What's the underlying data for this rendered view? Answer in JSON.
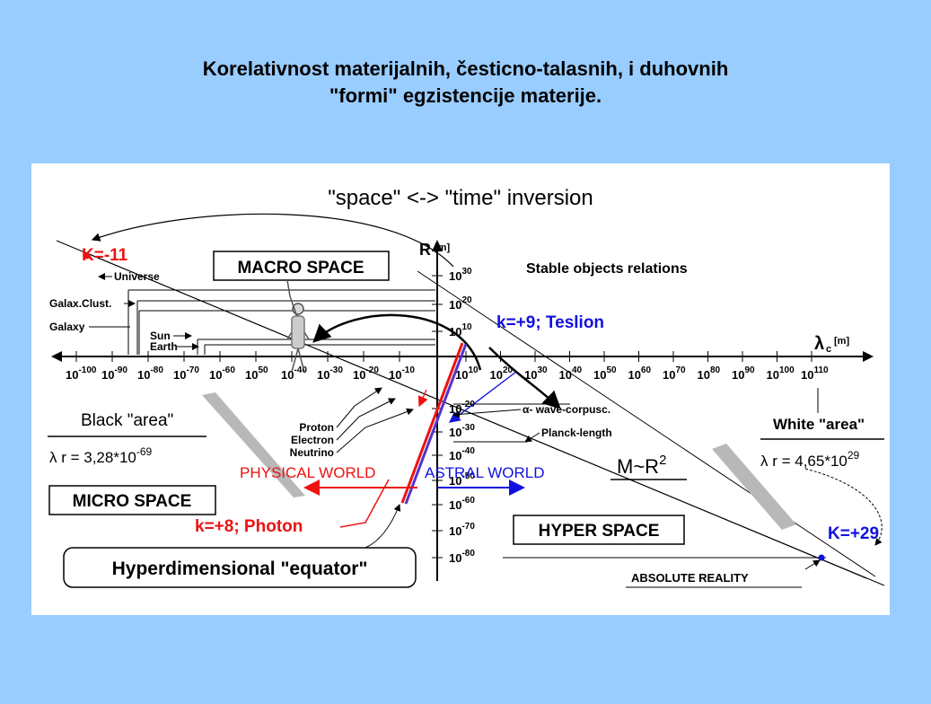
{
  "slide": {
    "title_line1": "Korelativnost materijalnih, česticno-talasnih, i duhovnih",
    "title_line2": "\"formi\" egzistencije materije."
  },
  "diagram": {
    "heading": "\"space\" <-> \"time\" inversion",
    "r_axis_label": "R",
    "r_axis_unit": "[m]",
    "lambda_axis_label": "λ",
    "lambda_axis_sub": "c",
    "lambda_axis_unit": "[m]",
    "macro_space": "MACRO SPACE",
    "micro_space": "MICRO SPACE",
    "hyper_space": "HYPER SPACE",
    "stable_relations": "Stable objects relations",
    "k_minus_11": "K=-11",
    "k_plus_29": "K=+29",
    "teslion": "k=+9; Teslion",
    "photon": "k=+8; Photon",
    "equator": "Hyperdimensional \"equator\"",
    "absolute_reality": "ABSOLUTE REALITY",
    "physical_world": "PHYSICAL WORLD",
    "astral_world": "ASTRAL WORLD",
    "black_area": "Black \"area\"",
    "black_formula": "λ r = 3,28*10",
    "black_exp": "-69",
    "white_area": "White \"area\"",
    "white_formula": "λ r = 4,65*10",
    "white_exp": "29",
    "m_r2": "M~R",
    "m_r2_exp": "2",
    "alpha_wave": "α- wave-corpusc.",
    "planck_length": "Planck-length",
    "objects_left": [
      "Universe",
      "Galax.Clust.",
      "Galaxy",
      "Sun",
      "Earth"
    ],
    "particles": [
      "Proton",
      "Electron",
      "Neutrino"
    ],
    "r_ticks": [
      "30",
      "20",
      "10",
      "-20",
      "-30",
      "-40",
      "-50",
      "-60",
      "-70",
      "-80"
    ],
    "x_ticks_left": [
      "-100",
      "-90",
      "-80",
      "-70",
      "-60",
      "50",
      "-40",
      "-30",
      "-20",
      "-10"
    ],
    "x_ticks_right": [
      "10",
      "20",
      "30",
      "40",
      "50",
      "60",
      "70",
      "80",
      "90",
      "100",
      "110"
    ],
    "colors": {
      "background": "#99ccff",
      "red": "#ee1111",
      "blue": "#1111dd",
      "photon_line": "#5533cc",
      "gray_shadow": "#b8b8b8"
    }
  }
}
